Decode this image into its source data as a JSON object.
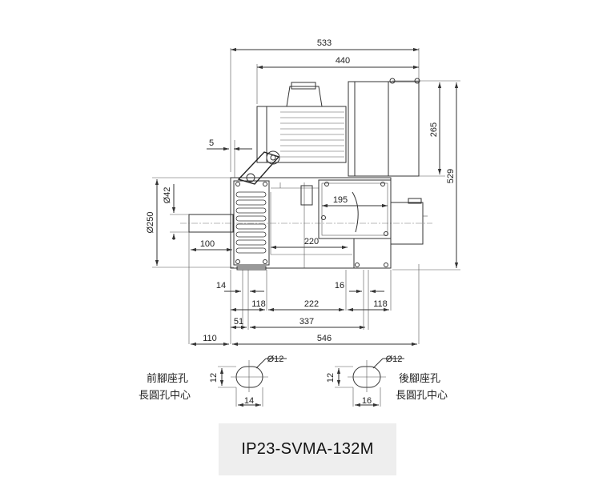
{
  "dimensions": {
    "d533": "533",
    "d440": "440",
    "d265": "265",
    "d529": "529",
    "d5": "5",
    "d42": "Ø42",
    "d250": "Ø250",
    "d195": "195",
    "d100": "100",
    "d220": "220",
    "d14": "14",
    "d16": "16",
    "d118a": "118",
    "d222": "222",
    "d118b": "118",
    "d51": "51",
    "d337": "337",
    "d110": "110",
    "d546": "546",
    "slot_left_dia": "Ø12",
    "slot_right_dia": "Ø12",
    "slot_left_h": "12",
    "slot_right_h": "12",
    "slot_left_w": "14",
    "slot_right_w": "16"
  },
  "labels": {
    "front_slot_line1": "前腳座孔",
    "front_slot_line2": "長圓孔中心",
    "rear_slot_line1": "後腳座孔",
    "rear_slot_line2": "長圓孔中心"
  },
  "model": "IP23-SVMA-132M"
}
